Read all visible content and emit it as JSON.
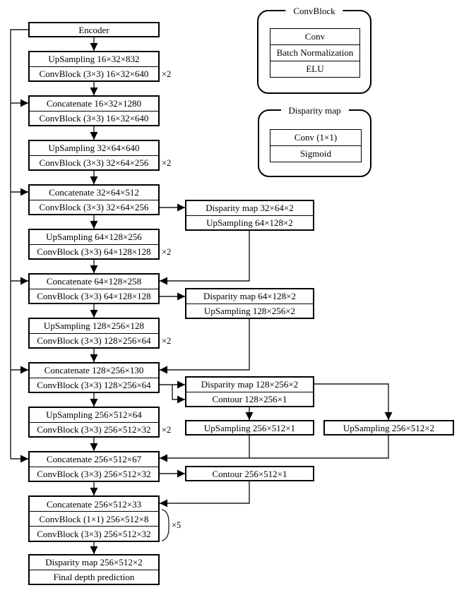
{
  "figure": {
    "main_column": [
      {
        "rows": [
          "Encoder"
        ]
      },
      {
        "rows": [
          "UpSampling 16×32×832",
          "ConvBlock (3×3) 16×32×640"
        ],
        "multiplier": "×2"
      },
      {
        "rows": [
          "Concatenate 16×32×1280",
          "ConvBlock (3×3) 16×32×640"
        ]
      },
      {
        "rows": [
          "UpSampling 32×64×640",
          "ConvBlock (3×3) 32×64×256"
        ],
        "multiplier": "×2"
      },
      {
        "rows": [
          "Concatenate 32×64×512",
          "ConvBlock (3×3) 32×64×256"
        ]
      },
      {
        "rows": [
          "UpSampling 64×128×256",
          "ConvBlock (3×3) 64×128×128"
        ],
        "multiplier": "×2"
      },
      {
        "rows": [
          "Concatenate 64×128×258",
          "ConvBlock (3×3) 64×128×128"
        ]
      },
      {
        "rows": [
          "UpSampling 128×256×128",
          "ConvBlock (3×3) 128×256×64"
        ],
        "multiplier": "×2"
      },
      {
        "rows": [
          "Concatenate 128×256×130",
          "ConvBlock (3×3) 128×256×64"
        ]
      },
      {
        "rows": [
          "UpSampling 256×512×64",
          "ConvBlock (3×3) 256×512×32"
        ],
        "multiplier": "×2"
      },
      {
        "rows": [
          "Concatenate 256×512×67",
          "ConvBlock (3×3) 256×512×32"
        ]
      },
      {
        "rows": [
          "Concatenate 256×512×33",
          "ConvBlock (1×1) 256×512×8",
          "ConvBlock (3×3) 256×512×32"
        ],
        "multiplier": "×5"
      },
      {
        "rows": [
          "Disparity map 256×512×2",
          "Final depth prediction"
        ]
      }
    ],
    "side_column": [
      {
        "rows": [
          "Disparity map 32×64×2",
          "UpSampling 64×128×2"
        ]
      },
      {
        "rows": [
          "Disparity map 64×128×2",
          "UpSampling 128×256×2"
        ]
      },
      {
        "rows": [
          "Disparity map 128×256×2",
          "Contour 128×256×1"
        ]
      },
      {
        "rows": [
          "UpSampling 256×512×1"
        ]
      },
      {
        "rows": [
          "UpSampling 256×512×2"
        ]
      },
      {
        "rows": [
          "Contour 256×512×1"
        ]
      }
    ],
    "legends": [
      {
        "title": "ConvBlock",
        "rows": [
          "Conv",
          "Batch Normalization",
          "ELU"
        ]
      },
      {
        "title": "Disparity map",
        "rows": [
          "Conv (1×1)",
          "Sigmoid"
        ]
      }
    ],
    "colors": {
      "line": "#000000",
      "background": "#ffffff",
      "text": "#000000"
    }
  }
}
